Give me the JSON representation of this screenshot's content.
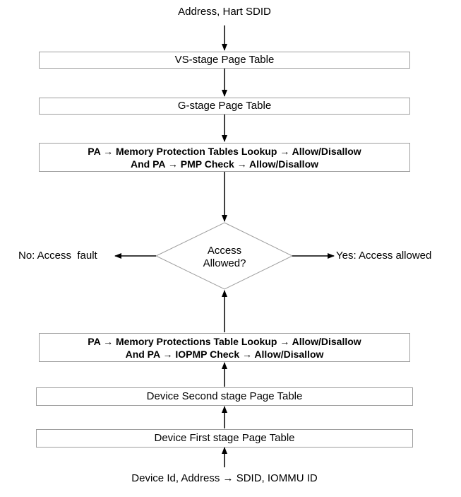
{
  "top_input": "Address, Hart SDID",
  "cpu_path": {
    "vs_stage": "VS-stage Page Table",
    "g_stage": "G-stage Page Table",
    "checks_line1": "PA → Memory Protection Tables Lookup → Allow/Disallow",
    "checks_line2": "And PA → PMP Check → Allow/Disallow"
  },
  "decision": {
    "line1": "Access",
    "line2": "Allowed?",
    "no": "No: Access  fault",
    "yes": "Yes: Access allowed"
  },
  "device_path": {
    "checks_line1": "PA → Memory Protections Table Lookup → Allow/Disallow",
    "checks_line2": "And PA → IOPMP Check → Allow/Disallow",
    "second_stage": "Device Second stage Page Table",
    "first_stage": "Device First stage Page Table"
  },
  "bottom_input": "Device Id, Address → SDID, IOMMU ID"
}
